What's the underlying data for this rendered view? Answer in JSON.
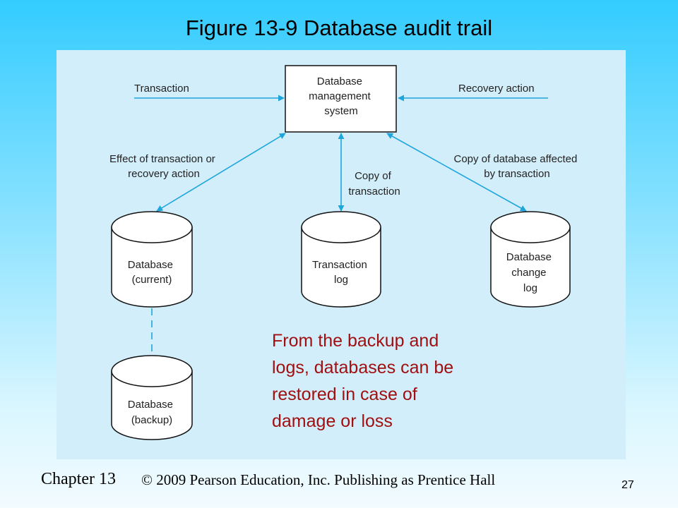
{
  "slide": {
    "title": "Figure 13-9 Database audit trail",
    "note_lines": [
      "From the backup and",
      "logs, databases can be",
      "restored in case of",
      "damage or loss"
    ]
  },
  "diagram": {
    "dbms_lines": [
      "Database",
      "management",
      "system"
    ],
    "transaction_label": "Transaction",
    "recovery_label": "Recovery action",
    "effect_lines": [
      "Effect of transaction or",
      "recovery action"
    ],
    "copy_tx_lines": [
      "Copy of",
      "transaction"
    ],
    "copy_db_lines": [
      "Copy of database affected",
      "by transaction"
    ],
    "db_current_lines": [
      "Database",
      "(current)"
    ],
    "tx_log_lines": [
      "Transaction",
      "log"
    ],
    "db_change_lines": [
      "Database",
      "change",
      "log"
    ],
    "db_backup_lines": [
      "Database",
      "(backup)"
    ],
    "arrow_color": "#1ea6dc"
  },
  "footer": {
    "chapter": "Chapter 13",
    "copyright": "© 2009 Pearson Education, Inc.  Publishing as Prentice Hall",
    "page": "27"
  }
}
